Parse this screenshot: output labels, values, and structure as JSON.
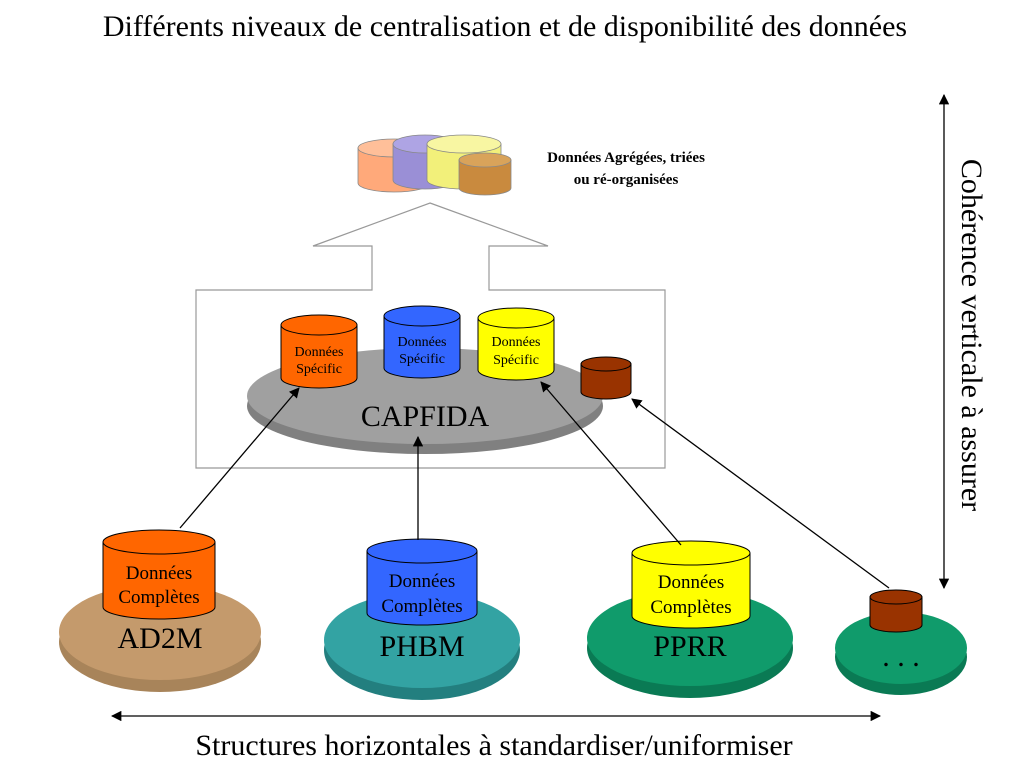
{
  "title": "Différents niveaux de centralisation et de disponibilité des données",
  "aggregated": {
    "line1": "Données Agrégées, triées",
    "line2": "ou ré-organisées"
  },
  "center": {
    "label": "CAPFIDA",
    "db1": {
      "line1": "Données",
      "line2": "Spécific"
    },
    "db2": {
      "line1": "Données",
      "line2": "Spécific"
    },
    "db3": {
      "line1": "Données",
      "line2": "Spécific"
    }
  },
  "sources": [
    {
      "label": "AD2M",
      "line1": "Données",
      "line2": "Complètes"
    },
    {
      "label": "PHBM",
      "line1": "Données",
      "line2": "Complètes"
    },
    {
      "label": "PPRR",
      "line1": "Données",
      "line2": "Complètes"
    },
    {
      "label": ". . ."
    }
  ],
  "vertical_label": "Cohérence verticale à assurer",
  "horizontal_label": "Structures horizontales à standardiser/uniformiser",
  "colors": {
    "orange": "#ff6600",
    "blue": "#3366ff",
    "yellow": "#ffff00",
    "brown": "#993300",
    "gray_platform": "#999999",
    "tan_platform": "#c49a6c",
    "teal_platform": "#33a3a3",
    "green_platform": "#109b6b"
  }
}
